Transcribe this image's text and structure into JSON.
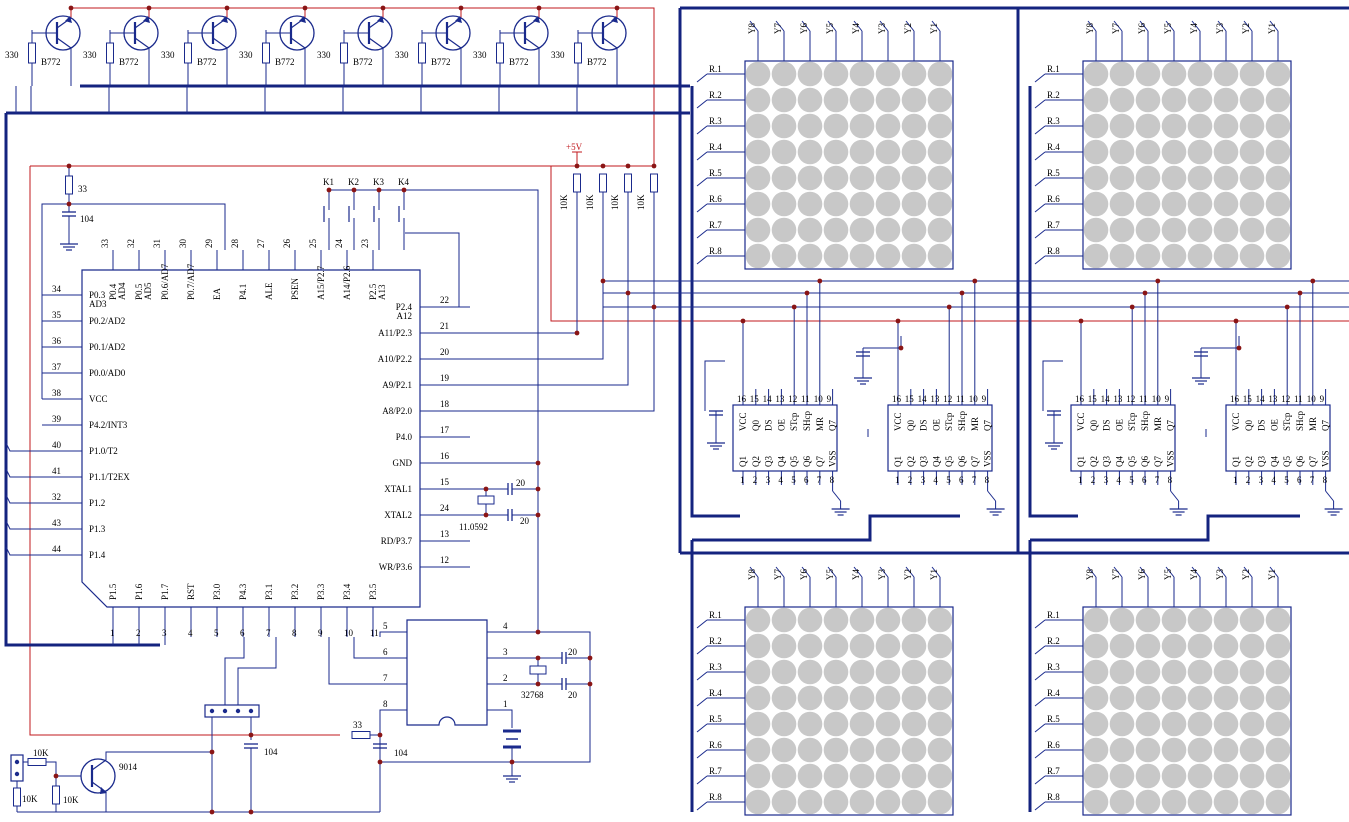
{
  "colors": {
    "bus": "#14237f",
    "wire": "#1a2a8c",
    "power": "#c0191e",
    "led": "#c8c8c8",
    "junction": "#8a1515",
    "label": "#000000"
  },
  "transistors": {
    "resistor_label": "330",
    "part_label": "B772",
    "count": 8
  },
  "led_matrix": {
    "col_labels": [
      "Y8",
      "Y7",
      "Y6",
      "Y5",
      "Y4",
      "Y3",
      "Y2",
      "Y1"
    ],
    "row_labels": [
      "R.1",
      "R.2",
      "R.3",
      "R.4",
      "R.5",
      "R.6",
      "R.7",
      "R.8"
    ]
  },
  "mcu": {
    "top_pin_numbers": [
      "33",
      "32",
      "31",
      "30",
      "29",
      "28",
      "27",
      "26",
      "25",
      "24",
      "23"
    ],
    "top_pin_names": [
      "P0.4",
      "P0.5",
      "P0.6/AD7",
      "P0.7/AD7",
      "EA",
      "P4.1",
      "ALE",
      "PSEN",
      "A15/P2.7",
      "A14/P2.6",
      "P2.5"
    ],
    "top_pin_alt": [
      "AD4",
      "AD5",
      "",
      "",
      "",
      "",
      "",
      "",
      "",
      "",
      "A13"
    ],
    "left_pin_numbers": [
      "34",
      "35",
      "36",
      "37",
      "38",
      "39",
      "40",
      "41",
      "32",
      "43",
      "44"
    ],
    "left_pin_names": [
      "P0.3",
      "P0.2/AD2",
      "P0.1/AD2",
      "P0.0/AD0",
      "VCC",
      "P4.2/INT3",
      "P1.0/T2",
      "P1.1/T2EX",
      "P1.2",
      "P1.3",
      "P1.4"
    ],
    "left_pin_alt": [
      "AD3",
      "",
      "",
      "",
      "",
      "",
      "",
      "",
      "",
      "",
      ""
    ],
    "right_pin_numbers": [
      "22",
      "21",
      "20",
      "19",
      "18",
      "17",
      "16",
      "15",
      "24",
      "13",
      "12"
    ],
    "right_pin_names": [
      "P2.4",
      "A11/P2.3",
      "A10/P2.2",
      "A9/P2.1",
      "A8/P2.0",
      "P4.0",
      "GND",
      "XTAL1",
      "XTAL2",
      "RD/P3.7",
      "WR/P3.6"
    ],
    "right_pin_alt": [
      "A12",
      "",
      "",
      "",
      "",
      "",
      "",
      "",
      "",
      "",
      ""
    ],
    "bottom_pin_numbers": [
      "1",
      "2",
      "3",
      "4",
      "5",
      "6",
      "7",
      "8",
      "9",
      "10",
      "11"
    ],
    "bottom_pin_names": [
      "P1.5",
      "P1.6",
      "P1.7",
      "RST",
      "P3.0",
      "P4.3",
      "P3.1",
      "P3.2",
      "P3.3",
      "P3.4",
      "P3.5"
    ]
  },
  "shift_register": {
    "top_pins": [
      "16",
      "15",
      "14",
      "13",
      "12",
      "11",
      "10",
      "9"
    ],
    "top_names": [
      "VCC",
      "Q0",
      "DS",
      "OE",
      "STcp",
      "SHcp",
      "MR",
      "Q7"
    ],
    "bottom_pins": [
      "1",
      "2",
      "3",
      "4",
      "5",
      "6",
      "7",
      "8"
    ],
    "bottom_names": [
      "Q1",
      "Q2",
      "Q3",
      "Q4",
      "Q5",
      "Q6",
      "Q7",
      "VSS"
    ],
    "variant_names": [
      "Q6",
      "Q7"
    ]
  },
  "keys": [
    "K1",
    "K2",
    "K3",
    "K4"
  ],
  "labels": {
    "cap33": "33",
    "cap104": "104",
    "vcc": "+5V",
    "pullups": [
      "10K",
      "10K",
      "10K",
      "10K"
    ],
    "crystal_main": "11.0592",
    "crystal_rtc": "32768",
    "cap20": "20",
    "res33": "33",
    "res10k": "10K",
    "npn": "9014",
    "rtc_pins_left": [
      "5",
      "6",
      "7",
      "8"
    ],
    "rtc_pins_right": [
      "4",
      "3",
      "2",
      "1"
    ]
  }
}
